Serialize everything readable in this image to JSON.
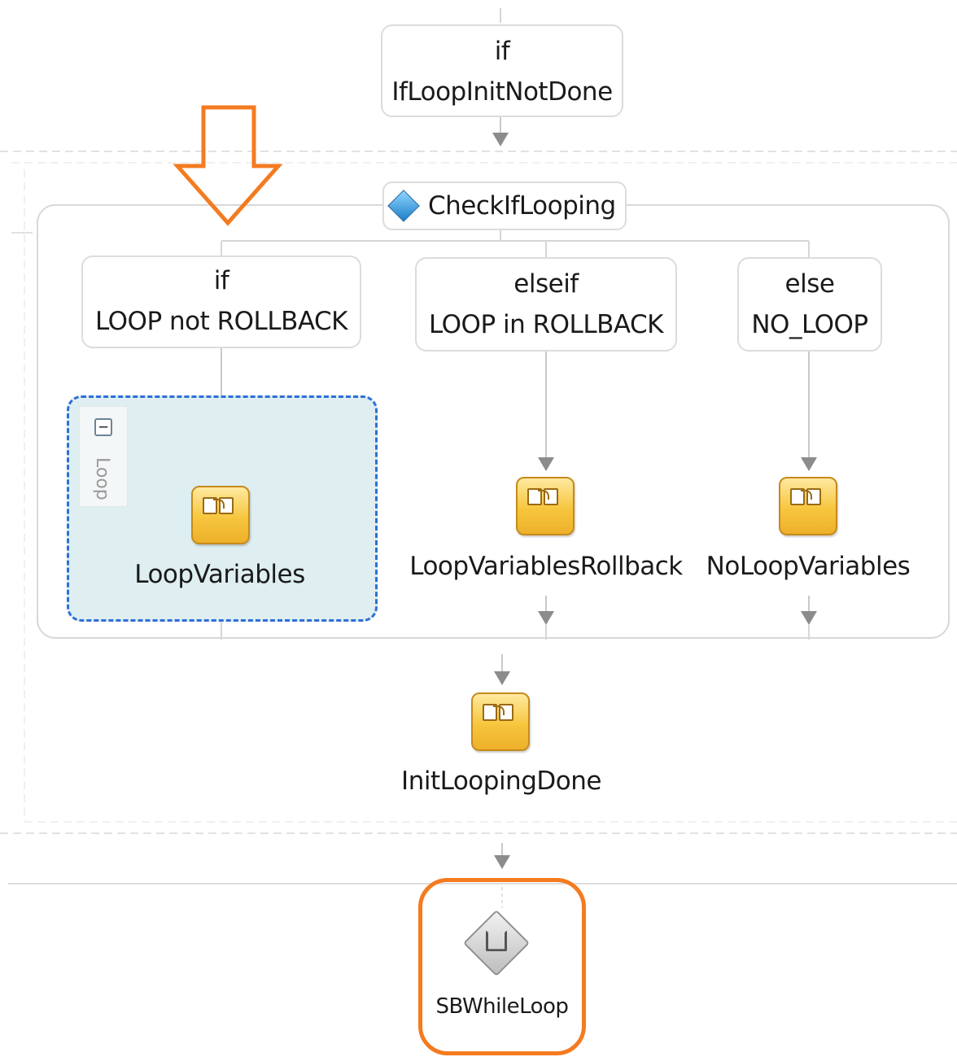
{
  "top_condition": {
    "keyword": "if",
    "name": "IfLoopInitNotDone"
  },
  "switch": {
    "title": "CheckIfLooping",
    "icon": "switch-diamond-icon",
    "branches": [
      {
        "keyword": "if",
        "condition": "LOOP not ROLLBACK"
      },
      {
        "keyword": "elseif",
        "condition": "LOOP in ROLLBACK"
      },
      {
        "keyword": "else",
        "condition": "NO_LOOP"
      }
    ]
  },
  "loop_scope": {
    "tab_label": "Loop",
    "collapse_symbol": "−"
  },
  "activities": {
    "loop_variables": "LoopVariables",
    "loop_variables_rollback": "LoopVariablesRollback",
    "no_loop_variables": "NoLoopVariables",
    "init_looping_done": "InitLoopingDone",
    "while_loop": "SBWhileLoop"
  },
  "annotations": {
    "highlight_color": "#f47b20",
    "scope_border_color": "#2e6fd8"
  }
}
